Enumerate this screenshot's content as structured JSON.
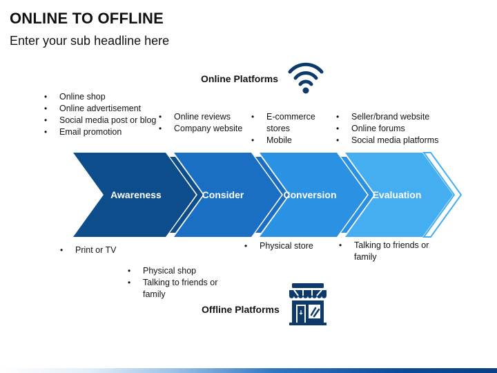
{
  "header": {
    "title": "ONLINE TO OFFLINE",
    "subtitle": "Enter your sub headline here"
  },
  "online": {
    "title": "Online Platforms",
    "icon": "wifi-icon",
    "columns": [
      [
        "Online shop",
        "Online advertisement",
        "Social media post or blog",
        "Email promotion"
      ],
      [
        "Online reviews",
        "Company website"
      ],
      [
        "E-commerce stores",
        "Mobile"
      ],
      [
        "Seller/brand website",
        "Online forums",
        "Social media platforms"
      ]
    ]
  },
  "stages": [
    "Awareness",
    "Consider",
    "Conversion",
    "Evaluation"
  ],
  "offline": {
    "title": "Offline Platforms",
    "icon": "store-icon",
    "columns": [
      [
        "Print or TV"
      ],
      [
        "Physical shop",
        "Talking to friends or family"
      ],
      [
        "Physical store"
      ],
      [
        "Talking to friends or family"
      ]
    ]
  },
  "colors": {
    "chevron_1": "#0e4d8c",
    "chevron_2": "#1a6fc4",
    "chevron_3": "#2b91e3",
    "chevron_4": "#44aef0",
    "icon": "#0d3a6b"
  }
}
